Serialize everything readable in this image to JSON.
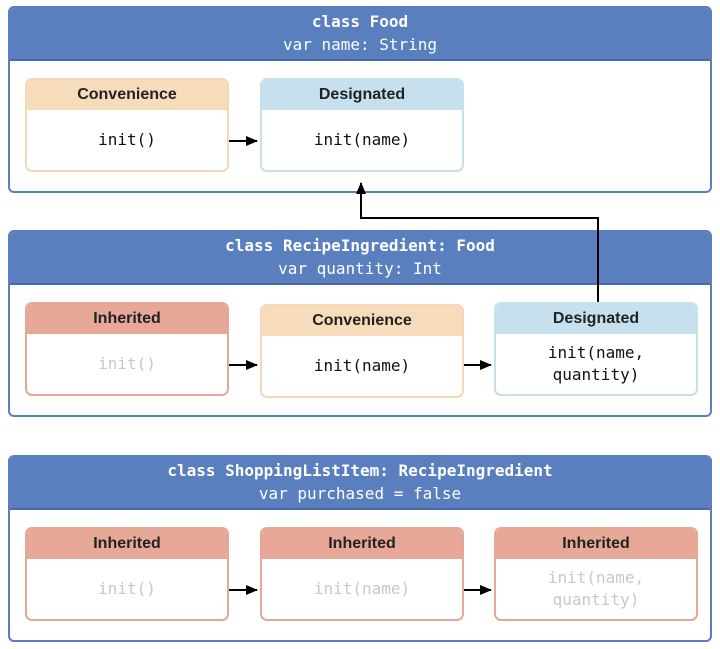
{
  "food": {
    "title": "class Food",
    "property": "var name: String",
    "convenience": {
      "header": "Convenience",
      "init": "init()"
    },
    "designated": {
      "header": "Designated",
      "init": "init(name)"
    }
  },
  "recipe": {
    "title": "class RecipeIngredient: Food",
    "property": "var quantity: Int",
    "inherited": {
      "header": "Inherited",
      "init": "init()"
    },
    "convenience": {
      "header": "Convenience",
      "init": "init(name)"
    },
    "designated": {
      "header": "Designated",
      "init": "init(name,\nquantity)"
    }
  },
  "shopping": {
    "title": "class ShoppingListItem: RecipeIngredient",
    "property": "var purchased = false",
    "inherited1": {
      "header": "Inherited",
      "init": "init()"
    },
    "inherited2": {
      "header": "Inherited",
      "init": "init(name)"
    },
    "inherited3": {
      "header": "Inherited",
      "init": "init(name,\nquantity)"
    }
  },
  "colors": {
    "class_header": "#5a7fbe",
    "convenience": "#f7dcbc",
    "designated": "#c6e1ed",
    "inherited": "#e8a898"
  }
}
